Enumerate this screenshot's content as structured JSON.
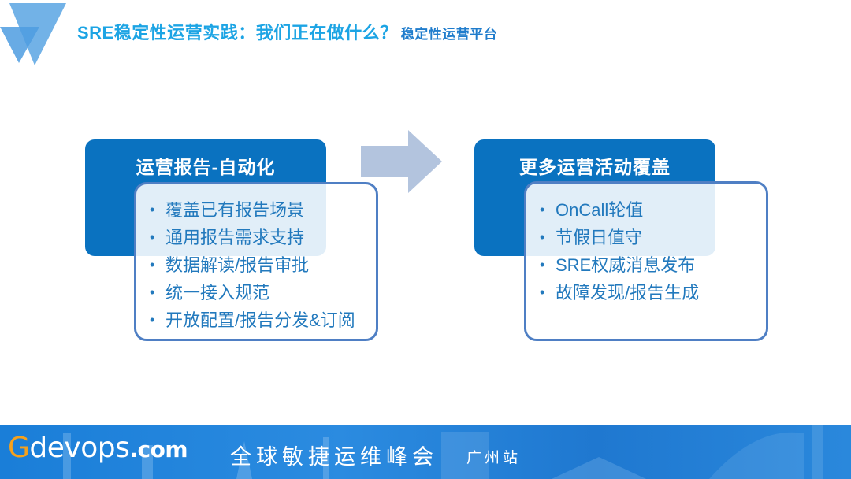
{
  "header": {
    "title": "SRE稳定性运营实践：我们正在做什么？",
    "subtitle": "稳定性运营平台",
    "logo_icon": "blue-triangles-logo",
    "title_color": "#1ca4e4",
    "subtitle_color": "#1f7ccc"
  },
  "left_card": {
    "heading": "运营报告-自动化",
    "items": [
      "覆盖已有报告场景",
      "通用报告需求支持",
      "数据解读/报告审批",
      "统一接入规范",
      "开放配置/报告分发&订阅"
    ]
  },
  "arrow": {
    "icon": "right-arrow",
    "color": "#b3c4de"
  },
  "right_card": {
    "heading": "更多运营活动覆盖",
    "items": [
      "OnCall轮值",
      "节假日值守",
      "SRE权威消息发布",
      "故障发现/报告生成"
    ]
  },
  "colors": {
    "heading_box": "#0a72c0",
    "list_border": "#4f7fc4",
    "list_text": "#2279bd"
  },
  "footer": {
    "logo_g": "G",
    "logo_devops": "devops",
    "logo_com": ".com",
    "slogan": "全球敏捷运维峰会",
    "station": "广州站"
  },
  "bullet": "•"
}
